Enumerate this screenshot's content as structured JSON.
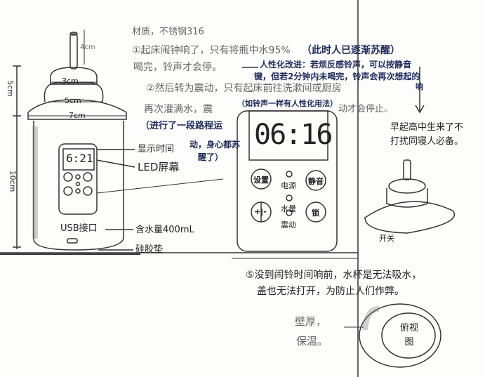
{
  "notes": {
    "material": "材质，不锈钢316",
    "note1_line1": "①起床闹钟响了，只有将瓶中水95%",
    "note1_aside": "（此时人已逐渐苏醒）",
    "note1_line2": "喝完，铃声才会停。",
    "improvement_line1": "人性化改进：若烦反感铃声，可以按静音",
    "improvement_line2": "键，但若2分钟内未喝完，铃声会再次想起的",
    "improvement_line3": "响",
    "note2_line1": "②然后转为震动，只有起床前往洗漱间或厨房",
    "note2_insert": "（如铃声一样有人性化用法）",
    "note2_line2a": "再次灌满水，震",
    "note2_line2b": "动才会停止。",
    "note2_aside_line1": "（进行了一段路程运",
    "note2_aside_line2": "动，身心都苏",
    "note2_aside_line3": "醒了）",
    "right_note_line1": "早起高中生来了不",
    "right_note_line2": "打扰同寝人必备。",
    "note5_line1": "⑤没到闹铃时间响前，水杯是无法吸水，",
    "note5_line2": "盖也无法打开，为防止人们作弊。",
    "wall_line1": "壁厚，",
    "wall_line2": "保温。",
    "top_view": "俯视图"
  },
  "bottle": {
    "dims": {
      "straw": "4cm",
      "cap_top": "3cm",
      "cap_mid": "5cm",
      "lid": "7cm",
      "upper_height": "5cm",
      "body_height": "10cm"
    },
    "display_time": "6:21",
    "labels": {
      "show_time": "显示时间",
      "led": "LED屏幕",
      "usb": "USB接口",
      "capacity": "含水量400mL",
      "pad": "硅胶垫"
    }
  },
  "panel": {
    "time": "06:16",
    "buttons": {
      "settings": "设置",
      "mute": "静音",
      "plus_minus": "+|-",
      "lock": "锁"
    },
    "indicators": [
      "电源",
      "水量",
      "震动"
    ]
  },
  "small_bottle": {
    "switch_label": "开关"
  },
  "colors": {
    "ink": "#222222",
    "pencil": "#666666",
    "pen_blue": "#1f2a5a"
  }
}
